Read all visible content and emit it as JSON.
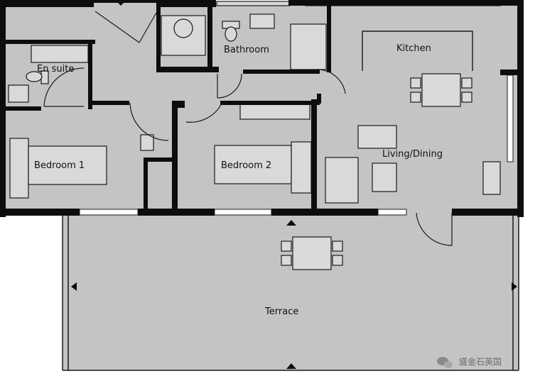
{
  "rooms": {
    "en_suite": "En suite",
    "bathroom": "Bathroom",
    "kitchen": "Kitchen",
    "bedroom_1": "Bedroom 1",
    "bedroom_2": "Bedroom 2",
    "living_dining": "Living/Dining",
    "terrace": "Terrace"
  },
  "watermark": {
    "text": "盛金石英国",
    "icon": "wechat-icon"
  },
  "colors": {
    "floor": "#c4c4c4",
    "wall": "#0d0d0d",
    "fixture": "#d9d9d9",
    "line": "#1a1a1a",
    "background": "#ffffff"
  }
}
